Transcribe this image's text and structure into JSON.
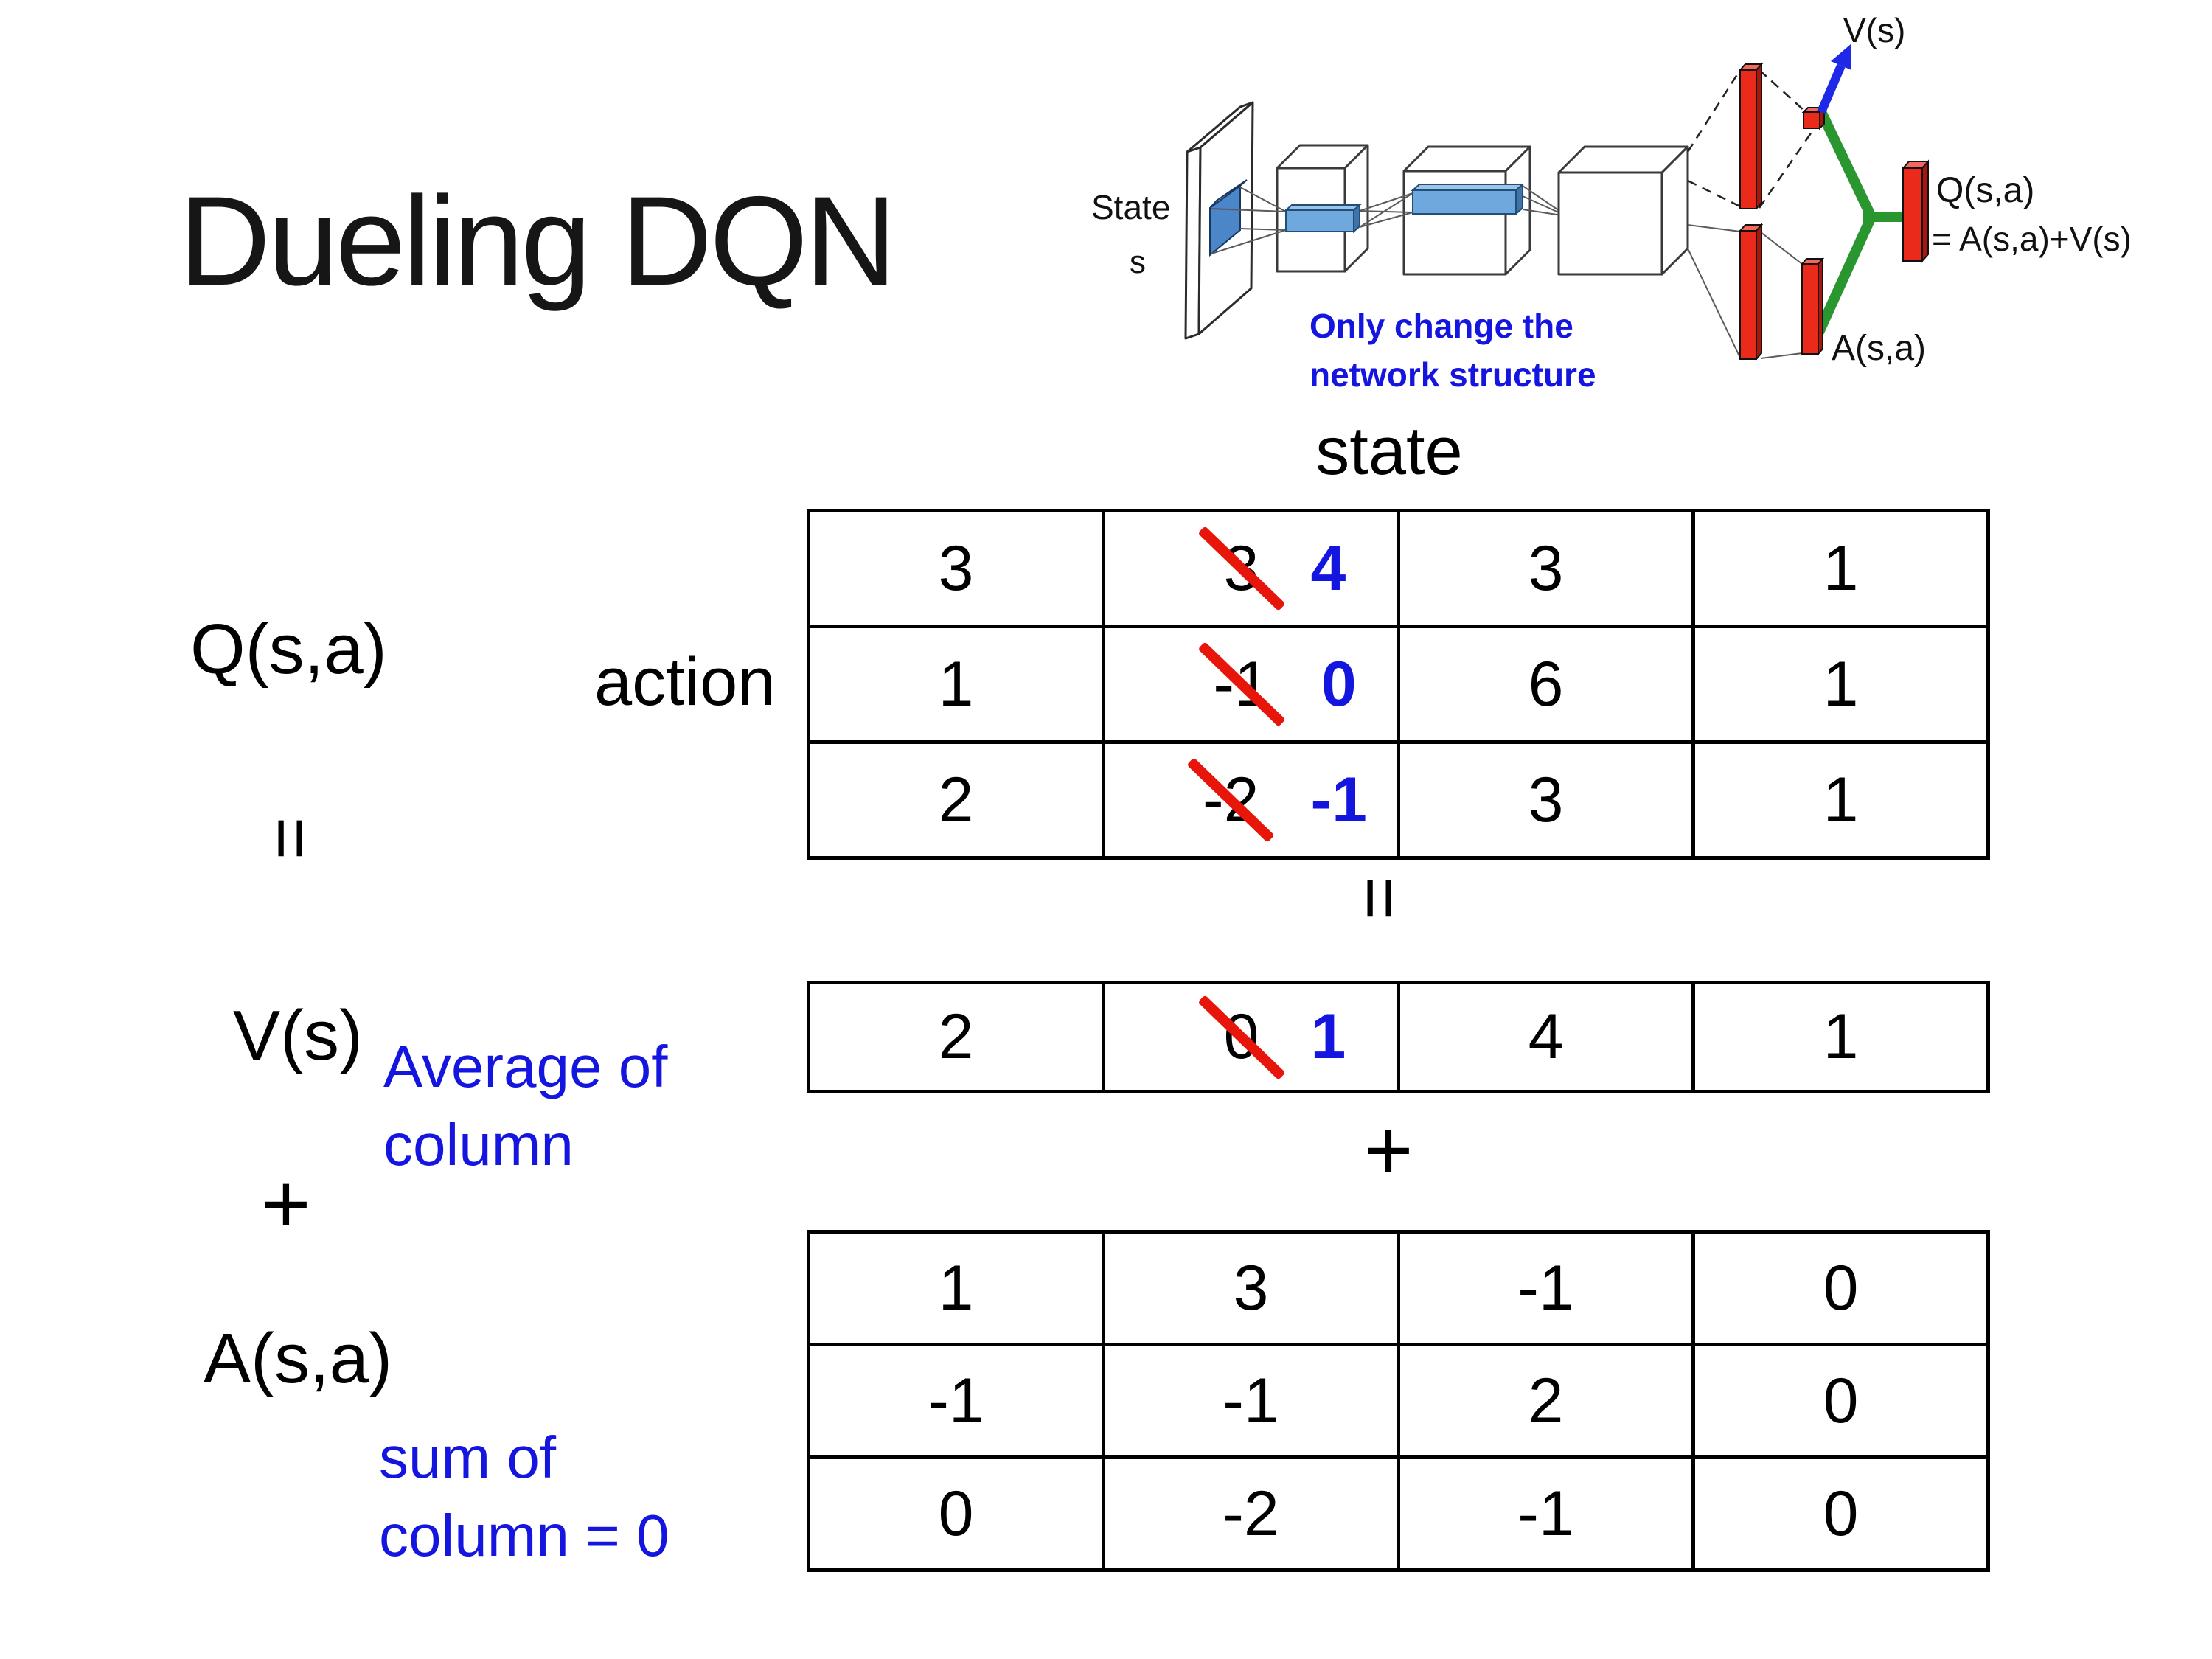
{
  "slide": {
    "title": "Dueling DQN",
    "background": "#ffffff"
  },
  "colors": {
    "highlight_blue": "#1515e0",
    "strike_red": "#e8150a",
    "bar_red": "#ea2b1c",
    "stream_green": "#2a9630",
    "arrow_blue": "#1e28e6",
    "slab_blue": "#6fa8dc"
  },
  "diagram": {
    "state_line1": "State",
    "state_line2": "s",
    "note_line1": "Only change the",
    "note_line2": "network structure",
    "v_label": "V(s)",
    "q_label": "Q(s,a)",
    "q_formula": "= A(s,a)+V(s)",
    "a_label": "A(s,a)"
  },
  "equation": {
    "q_label": "Q(s,a)",
    "equals_left": "=",
    "v_label": "V(s)",
    "plus_left": "+",
    "a_label": "A(s,a)",
    "equals_mid": "=",
    "plus_mid": "+",
    "state_header": "state",
    "action_header": "action",
    "v_note_line1": "Average of",
    "v_note_line2": "column",
    "a_note_line1": "sum of",
    "a_note_line2": "column = 0"
  },
  "tables": {
    "q": {
      "rows": [
        {
          "cells": [
            {
              "v": "3"
            },
            {
              "v": "3",
              "n": "4"
            },
            {
              "v": "3"
            },
            {
              "v": "1"
            }
          ]
        },
        {
          "cells": [
            {
              "v": "1"
            },
            {
              "v": "-1",
              "n": "0"
            },
            {
              "v": "6"
            },
            {
              "v": "1"
            }
          ]
        },
        {
          "cells": [
            {
              "v": "2"
            },
            {
              "v": "-2",
              "n": "-1"
            },
            {
              "v": "3"
            },
            {
              "v": "1"
            }
          ]
        }
      ]
    },
    "v": {
      "rows": [
        {
          "cells": [
            {
              "v": "2"
            },
            {
              "v": "0",
              "n": "1"
            },
            {
              "v": "4"
            },
            {
              "v": "1"
            }
          ]
        }
      ]
    },
    "a": {
      "rows": [
        {
          "cells": [
            {
              "v": "1"
            },
            {
              "v": "3"
            },
            {
              "v": "-1"
            },
            {
              "v": "0"
            }
          ]
        },
        {
          "cells": [
            {
              "v": "-1"
            },
            {
              "v": "-1"
            },
            {
              "v": "2"
            },
            {
              "v": "0"
            }
          ]
        },
        {
          "cells": [
            {
              "v": "0"
            },
            {
              "v": "-2"
            },
            {
              "v": "-1"
            },
            {
              "v": "0"
            }
          ]
        }
      ]
    }
  }
}
